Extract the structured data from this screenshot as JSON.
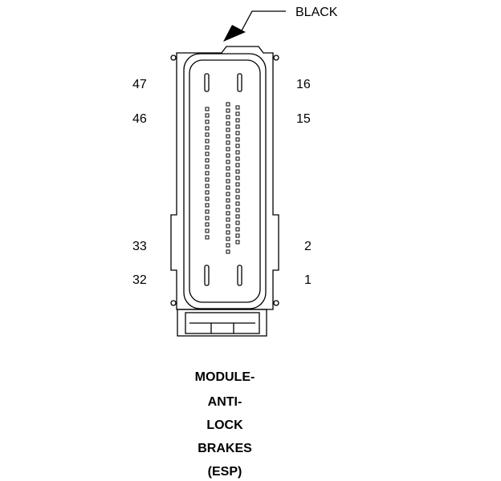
{
  "connector": {
    "color": "BLACK",
    "pin_labels": {
      "top_left": "47",
      "second_left": "46",
      "lower_left": "33",
      "bottom_left": "32",
      "top_right": "16",
      "second_right": "15",
      "lower_right": "2",
      "bottom_right": "1"
    },
    "caption": [
      "MODULE-",
      "ANTI-",
      "LOCK",
      "BRAKES",
      "(ESP)"
    ]
  }
}
